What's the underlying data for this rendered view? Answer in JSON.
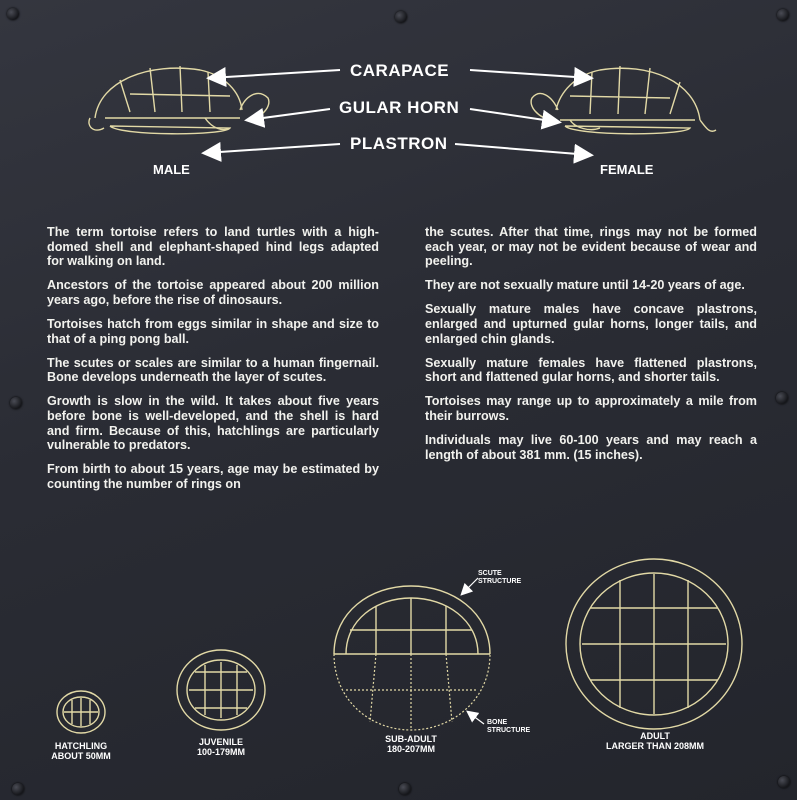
{
  "labels": {
    "carapace": "CARAPACE",
    "gular_horn": "GULAR HORN",
    "plastron": "PLASTRON",
    "male": "MALE",
    "female": "FEMALE"
  },
  "left_column": [
    "The term tortoise refers to land turtles with a high-domed shell and elephant-shaped hind legs adapted for walking on land.",
    "Ancestors of the tortoise appeared about 200 million years ago, before the rise of dinosaurs.",
    "Tortoises hatch from eggs  similar in shape and size to that of a ping pong ball.",
    "The scutes or scales are similar to a human fingernail. Bone develops underneath the layer of scutes.",
    "Growth is slow in the wild. It takes about five years before bone is well-developed,  and  the shell is hard and firm. Because of this, hatchlings are particularly vulnerable to predators.",
    "From birth to about 15 years, age may be estimated by counting the number of rings on"
  ],
  "right_column": [
    "the scutes.  After that time, rings may not be formed each year,  or may not be evident because of wear and peeling.",
    "They are not sexually mature until 14-20 years of age.",
    "Sexually mature males have concave plastrons, enlarged and upturned gular horns, longer tails, and enlarged chin glands.",
    "Sexually mature females have flattened plastrons, short and flattened gular horns, and shorter tails.",
    "Tortoises may range up to approximately a mile from their burrows.",
    "Individuals may live 60-100 years and may reach a length of about 381 mm. (15 inches)."
  ],
  "stages": {
    "hatchling": {
      "name": "HATCHLING",
      "size": "ABOUT 50MM"
    },
    "juvenile": {
      "name": "JUVENILE",
      "size": "100-179MM"
    },
    "subadult": {
      "name": "SUB-ADULT",
      "size": "180-207MM"
    },
    "adult": {
      "name": "ADULT",
      "size": "LARGER THAN 208MM"
    }
  },
  "annotations": {
    "scute_line1": "SCUTE",
    "scute_line2": "STRUCTURE",
    "bone_line1": "BONE",
    "bone_line2": "STRUCTURE"
  },
  "colors": {
    "panel": "#2b2d35",
    "text": "#ffffff",
    "line_art": "#e2d9a6"
  }
}
